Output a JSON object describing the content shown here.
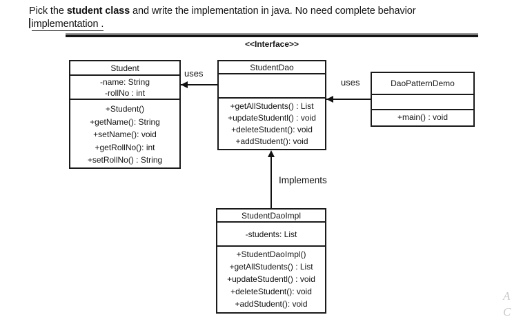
{
  "header": {
    "line1_prefix": "Pick the ",
    "line1_bold": "student class",
    "line1_suffix": " and write the implementation in java. No need complete behavior",
    "line2": "implementation ."
  },
  "diagram": {
    "interface_stereotype": "<<Interface>>",
    "classes": {
      "student": {
        "title": "Student",
        "attributes": [
          "-name: String",
          "-rollNo : int"
        ],
        "methods": [
          "+Student()",
          "+getName(): String",
          "+setName(): void",
          "+getRollNo(): int",
          "+setRollNo() : String"
        ]
      },
      "student_dao": {
        "title": "StudentDao",
        "attributes": [],
        "methods": [
          "+getAllStudents() : List",
          "+updateStudentl() : void",
          "+deleteStudent(): void",
          "+addStudent(): void"
        ]
      },
      "dao_pattern_demo": {
        "title": "DaoPatternDemo",
        "attributes": [],
        "methods": [
          "+main() : void"
        ]
      },
      "student_dao_impl": {
        "title": "StudentDaoImpl",
        "attributes": [
          "-students: List"
        ],
        "methods": [
          "+StudentDaoImpl()",
          "+getAllStudents() : List",
          "+updateStudentl() : void",
          "+deleteStudent(): void",
          "+addStudent(): void"
        ]
      }
    },
    "relations": {
      "uses_dao_to_student": "uses",
      "uses_demo_to_dao": "uses",
      "implements": "Implements"
    }
  },
  "edge_letters": [
    "A",
    "C"
  ],
  "colors": {
    "line": "#111111",
    "text": "#141414",
    "faint": "#c8c8c8"
  }
}
